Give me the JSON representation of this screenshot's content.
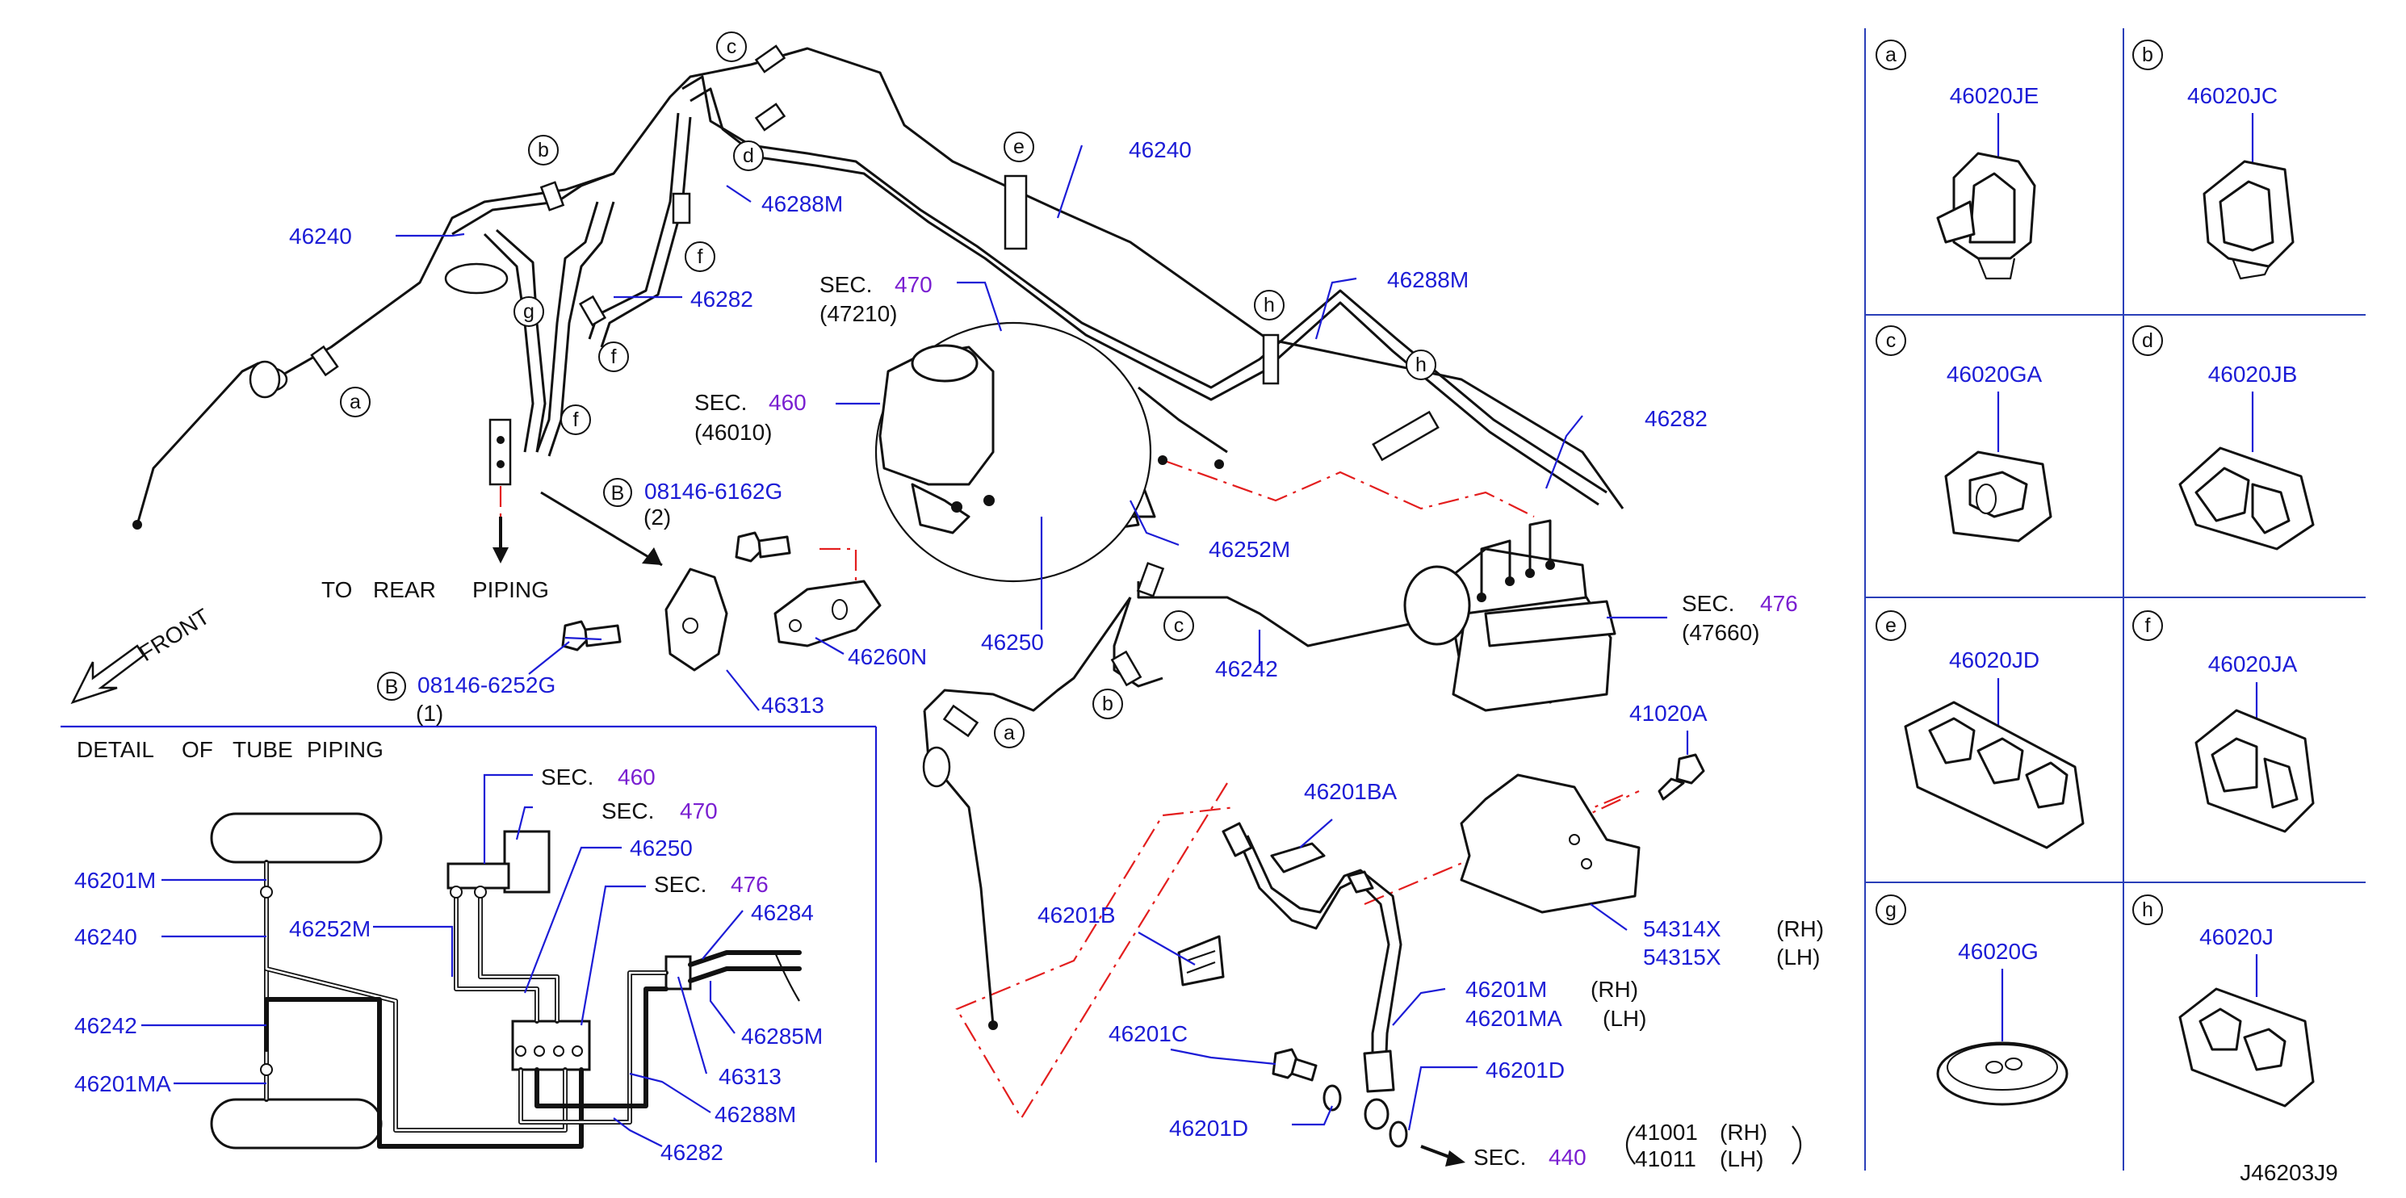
{
  "diagram_id": "J46203J9",
  "main": {
    "sec470": {
      "prefix": "SEC.",
      "num": "470",
      "sub": "(47210)"
    },
    "sec460": {
      "prefix": "SEC.",
      "num": "460",
      "sub": "(46010)"
    },
    "sec476": {
      "prefix": "SEC.",
      "num": "476",
      "sub": "(47660)"
    },
    "sec440": {
      "prefix": "SEC.",
      "num": "440"
    },
    "callouts": {
      "p46240_a": "46240",
      "p46240_b": "46240",
      "p46288M_a": "46288M",
      "p46288M_b": "46288M",
      "p46282_a": "46282",
      "p46282_b": "46282",
      "p46252M": "46252M",
      "p46250": "46250",
      "p46242": "46242",
      "p46260N": "46260N",
      "p46313": "46313",
      "p41020A": "41020A",
      "p46201BA": "46201BA",
      "p46201B": "46201B",
      "p46201C": "46201C",
      "p46201D_a": "46201D",
      "p46201D_b": "46201D",
      "p46201M": "46201M",
      "p46201MA": "46201MA",
      "p54314X": "54314X",
      "p54315X": "54315X",
      "rh_1": "(RH)",
      "lh_1": "(LH)",
      "rh_2": "(RH)",
      "lh_2": "(LH)",
      "rh_3": "(RH)",
      "lh_3": "(LH)",
      "p41001": "41001",
      "p41011": "41011"
    },
    "bolts": {
      "b1_letter": "B",
      "b1_part": "08146-6162G",
      "b1_qty": "(2)",
      "b2_letter": "B",
      "b2_part": "08146-6252G",
      "b2_qty": "(1)"
    },
    "to_rear": [
      "TO",
      "REAR",
      "PIPING"
    ],
    "front": "FRONT",
    "clip_letters": [
      "a",
      "b",
      "c",
      "d",
      "e",
      "f",
      "g",
      "h"
    ]
  },
  "detail": {
    "title": [
      "DETAIL",
      "OF",
      "TUBE",
      "PIPING"
    ],
    "sec460": {
      "prefix": "SEC.",
      "num": "460"
    },
    "sec470": {
      "prefix": "SEC.",
      "num": "470"
    },
    "sec476": {
      "prefix": "SEC.",
      "num": "476"
    },
    "labels": {
      "p46250": "46250",
      "p46284": "46284",
      "p46201M": "46201M",
      "p46240": "46240",
      "p46252M": "46252M",
      "p46242": "46242",
      "p46201MA": "46201MA",
      "p46285M": "46285M",
      "p46313": "46313",
      "p46288M": "46288M",
      "p46282": "46282"
    }
  },
  "clips": [
    {
      "letter": "a",
      "part": "46020JE"
    },
    {
      "letter": "b",
      "part": "46020JC"
    },
    {
      "letter": "c",
      "part": "46020GA"
    },
    {
      "letter": "d",
      "part": "46020JB"
    },
    {
      "letter": "e",
      "part": "46020JD"
    },
    {
      "letter": "f",
      "part": "46020JA"
    },
    {
      "letter": "g",
      "part": "46020G"
    },
    {
      "letter": "h",
      "part": "46020J"
    }
  ],
  "colors": {
    "part_number": "#1c1cd6",
    "section_number": "#7a1fd1",
    "centerline": "#e31e1e",
    "grid": "#2a3fb8"
  }
}
